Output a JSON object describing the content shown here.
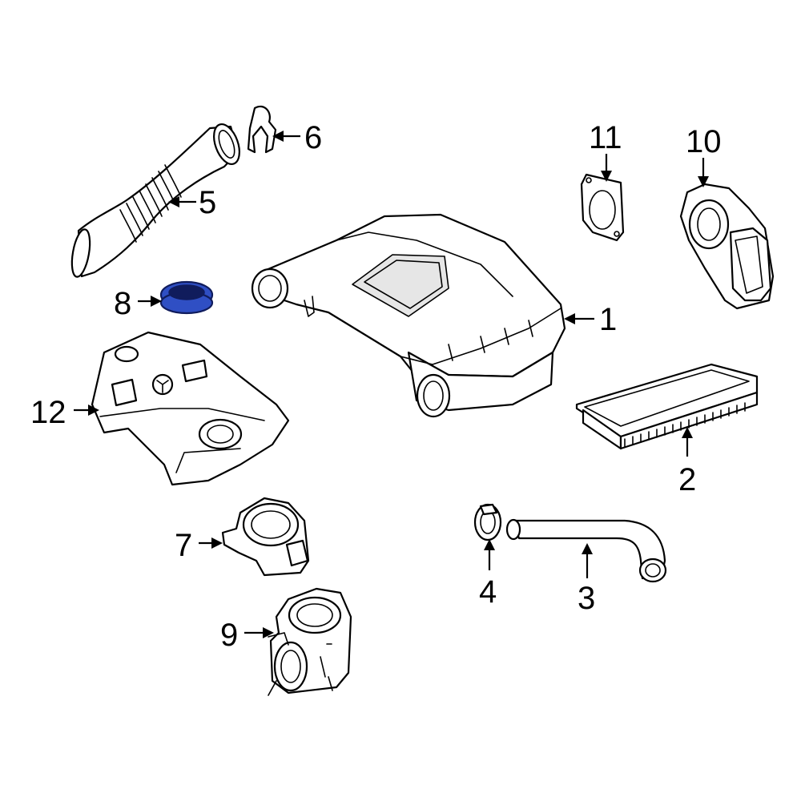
{
  "colors": {
    "line": "#000000",
    "background": "#ffffff",
    "highlight_fill": "#2f4fc4",
    "highlight_stroke": "#101c5c"
  },
  "highlighted_part": "8",
  "parts": [
    {
      "id": "p1",
      "label": "1",
      "name": "air-cleaner-housing"
    },
    {
      "id": "p2",
      "label": "2",
      "name": "air-filter-element"
    },
    {
      "id": "p3",
      "label": "3",
      "name": "breather-hose"
    },
    {
      "id": "p4",
      "label": "4",
      "name": "hose-clamp"
    },
    {
      "id": "p5",
      "label": "5",
      "name": "intake-duct"
    },
    {
      "id": "p6",
      "label": "6",
      "name": "retaining-clip"
    },
    {
      "id": "p7",
      "label": "7",
      "name": "mass-air-flow-sensor"
    },
    {
      "id": "p8",
      "label": "8",
      "name": "seal-ring"
    },
    {
      "id": "p9",
      "label": "9",
      "name": "intake-adapter"
    },
    {
      "id": "p10",
      "label": "10",
      "name": "throttle-body"
    },
    {
      "id": "p11",
      "label": "11",
      "name": "throttle-body-gasket"
    },
    {
      "id": "p12",
      "label": "12",
      "name": "engine-cover"
    }
  ]
}
